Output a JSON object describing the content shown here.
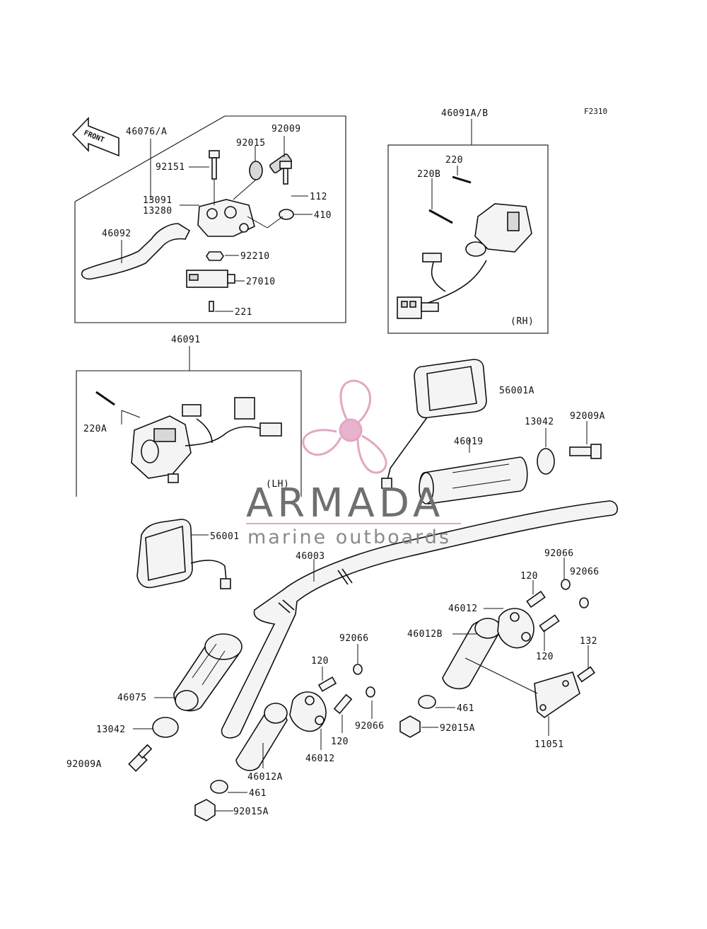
{
  "figure_code": "F2310",
  "front_label": "FRONT",
  "watermark": {
    "title": "ARMADA",
    "subtitle": "marine outboards",
    "logo_color": "#e3a6c4"
  },
  "labels": {
    "46076A": "46076/A",
    "92009": "92009",
    "92015": "92015",
    "92151": "92151",
    "13091": "13091",
    "13280": "13280",
    "112": "112",
    "410": "410",
    "46092": "46092",
    "92210": "92210",
    "27010": "27010",
    "221": "221",
    "46091AB": "46091A/B",
    "220": "220",
    "220B": "220B",
    "RH": "(RH)",
    "46091": "46091",
    "220A": "220A",
    "LH": "(LH)",
    "56001A": "56001A",
    "13042_r": "13042",
    "92009A_r": "92009A",
    "46019": "46019",
    "56001": "56001",
    "46003": "46003",
    "92066_a": "92066",
    "92066_b": "92066",
    "120_a": "120",
    "46012_r": "46012",
    "46012B": "46012B",
    "120_b": "120",
    "132": "132",
    "92066_c": "92066",
    "120_c": "120",
    "46075": "46075",
    "461_r": "461",
    "13042_l": "13042",
    "92066_d": "92066",
    "120_d": "120",
    "92015A_r": "92015A",
    "11051": "11051",
    "46012_l": "46012",
    "92009A_l": "92009A",
    "46012A": "46012A",
    "461_l": "461",
    "92015A_l": "92015A"
  }
}
